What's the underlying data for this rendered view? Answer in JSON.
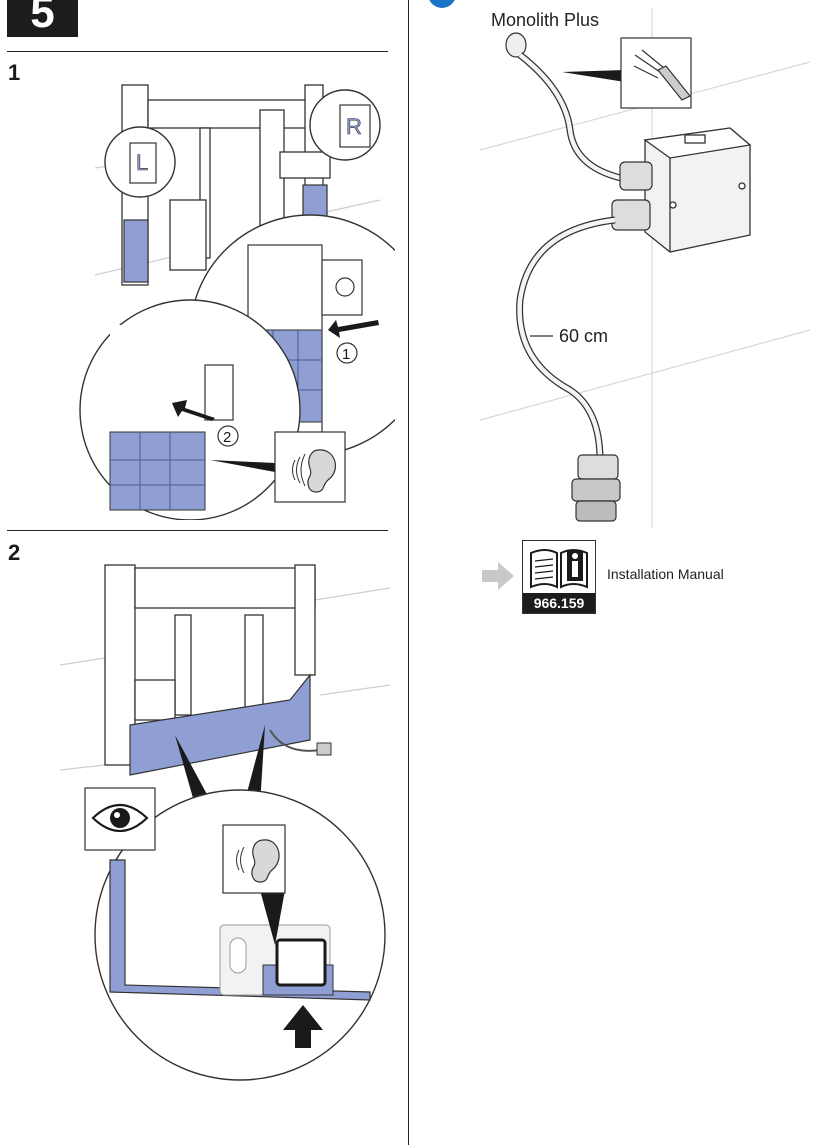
{
  "page": {
    "step_number": "5",
    "substeps": {
      "first": "1",
      "second": "2"
    }
  },
  "left_figure": {
    "label_left": "L",
    "label_right": "R",
    "callout_1": "1",
    "callout_2": "2"
  },
  "right_panel": {
    "product_name": "Monolith Plus",
    "cable_length": "60 cm",
    "manual_number": "966.159",
    "manual_label": "Installation Manual"
  },
  "colors": {
    "panel_blue": "#8f9fd4",
    "ink": "#1a1a1a",
    "wall_line": "#cfcfcf",
    "arrow_grey": "#c8c8c8"
  }
}
